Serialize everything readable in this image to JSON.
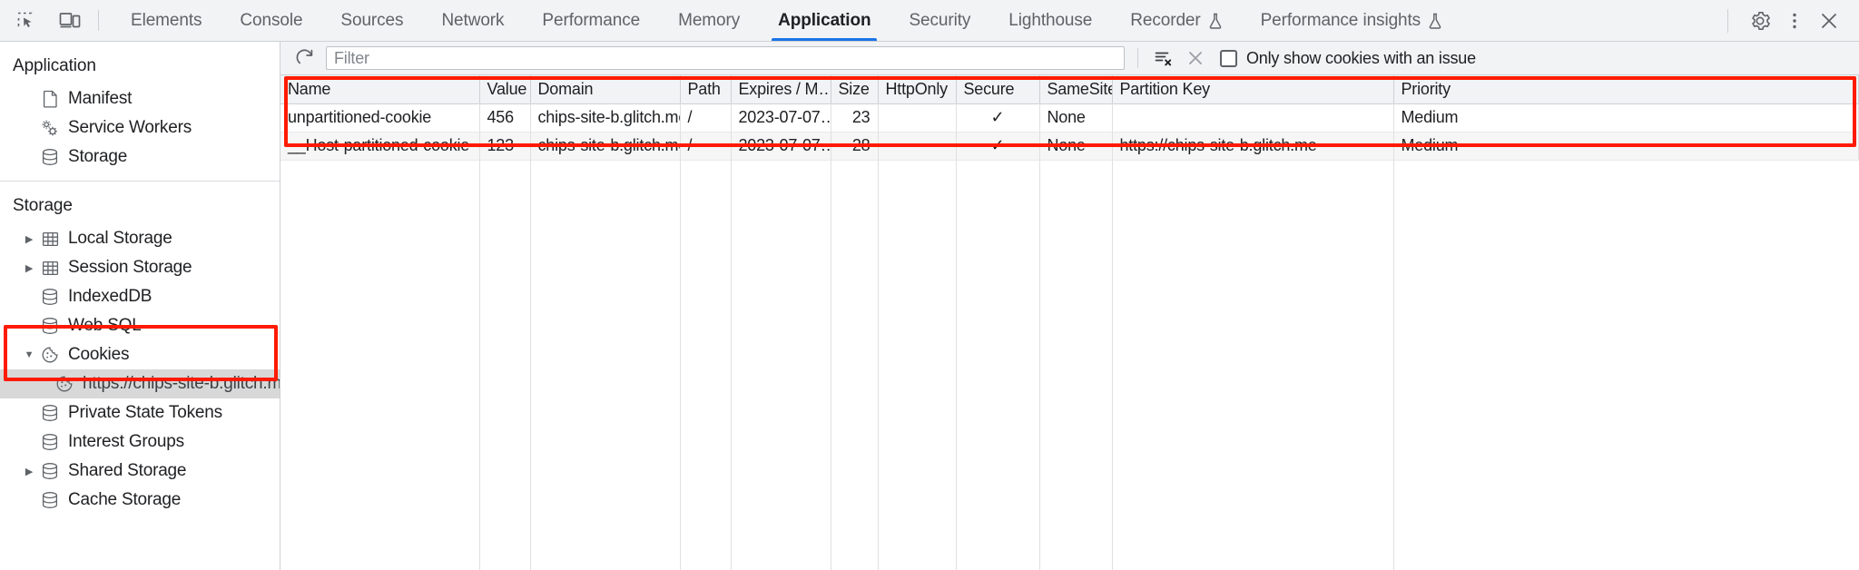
{
  "window": {
    "tabbar": {
      "left_icons": [
        {
          "name": "inspect-element-icon",
          "title": "Inspect element"
        },
        {
          "name": "device-toolbar-icon",
          "title": "Toggle device toolbar"
        }
      ],
      "tabs": [
        {
          "label": "Elements",
          "active": false,
          "flask": false
        },
        {
          "label": "Console",
          "active": false,
          "flask": false
        },
        {
          "label": "Sources",
          "active": false,
          "flask": false
        },
        {
          "label": "Network",
          "active": false,
          "flask": false
        },
        {
          "label": "Performance",
          "active": false,
          "flask": false
        },
        {
          "label": "Memory",
          "active": false,
          "flask": false
        },
        {
          "label": "Application",
          "active": true,
          "flask": false
        },
        {
          "label": "Security",
          "active": false,
          "flask": false
        },
        {
          "label": "Lighthouse",
          "active": false,
          "flask": false
        },
        {
          "label": "Recorder",
          "active": false,
          "flask": true
        },
        {
          "label": "Performance insights",
          "active": false,
          "flask": true
        }
      ],
      "right_icons": [
        {
          "name": "settings-gear-icon",
          "title": "Settings"
        },
        {
          "name": "more-options-icon",
          "title": "Customize and control DevTools"
        },
        {
          "name": "close-icon",
          "title": "Close DevTools"
        }
      ]
    }
  },
  "sidebar": {
    "sections": [
      {
        "title": "Application",
        "items": [
          {
            "label": "Manifest",
            "icon": "document-icon",
            "twisty": "none",
            "selected": false,
            "child": false
          },
          {
            "label": "Service Workers",
            "icon": "gears-icon",
            "twisty": "none",
            "selected": false,
            "child": false
          },
          {
            "label": "Storage",
            "icon": "database-icon",
            "twisty": "none",
            "selected": false,
            "child": false
          }
        ]
      },
      {
        "title": "Storage",
        "items": [
          {
            "label": "Local Storage",
            "icon": "table-icon",
            "twisty": "collapsed",
            "selected": false,
            "child": false
          },
          {
            "label": "Session Storage",
            "icon": "table-icon",
            "twisty": "collapsed",
            "selected": false,
            "child": false
          },
          {
            "label": "IndexedDB",
            "icon": "database-icon",
            "twisty": "none",
            "selected": false,
            "child": false
          },
          {
            "label": "Web SQL",
            "icon": "database-icon",
            "twisty": "none",
            "selected": false,
            "child": false
          },
          {
            "label": "Cookies",
            "icon": "cookie-icon",
            "twisty": "expanded",
            "selected": false,
            "child": false
          },
          {
            "label": "https://chips-site-b.glitch.me",
            "icon": "cookie-icon",
            "twisty": "none",
            "selected": true,
            "child": true
          },
          {
            "label": "Private State Tokens",
            "icon": "database-icon",
            "twisty": "none",
            "selected": false,
            "child": false
          },
          {
            "label": "Interest Groups",
            "icon": "database-icon",
            "twisty": "none",
            "selected": false,
            "child": false
          },
          {
            "label": "Shared Storage",
            "icon": "database-icon",
            "twisty": "collapsed",
            "selected": false,
            "child": false
          },
          {
            "label": "Cache Storage",
            "icon": "database-icon",
            "twisty": "none",
            "selected": false,
            "child": false
          }
        ]
      }
    ]
  },
  "filterbar": {
    "refresh_icon": "refresh-icon",
    "filter_placeholder": "Filter",
    "filter_value": "",
    "clear_filters_icon": "clear-filter-icon",
    "clear_icon": "clear-all-icon",
    "issue_checkbox": {
      "label": "Only show cookies with an issue",
      "checked": false
    }
  },
  "table": {
    "columns": [
      "Name",
      "Value",
      "Domain",
      "Path",
      "Expires / M…",
      "Size",
      "HttpOnly",
      "Secure",
      "SameSite",
      "Partition Key",
      "Priority"
    ],
    "rows": [
      {
        "Name": "unpartitioned-cookie",
        "Value": "456",
        "Domain": "chips-site-b.glitch.me",
        "Path": "/",
        "Expires / M…": "2023-07-07…",
        "Size": "23",
        "HttpOnly": "",
        "Secure": "✓",
        "SameSite": "None",
        "Partition Key": "",
        "Priority": "Medium"
      },
      {
        "Name": "__Host-partitioned-cookie",
        "Value": "123",
        "Domain": "chips-site-b.glitch.me",
        "Path": "/",
        "Expires / M…": "2023-07-07…",
        "Size": "28",
        "HttpOnly": "",
        "Secure": "✓",
        "SameSite": "None",
        "Partition Key": "https://chips-site-b.glitch.me",
        "Priority": "Medium"
      }
    ]
  },
  "annotations": {
    "highlight_color": "#ff1a00",
    "boxes": [
      "cookies-tree-group",
      "cookies-table-rows"
    ]
  },
  "theme": {
    "accent": "#1a73e8",
    "toolbar_bg": "#f1f3f4",
    "selected_row_bg": "#d8d8d8"
  }
}
